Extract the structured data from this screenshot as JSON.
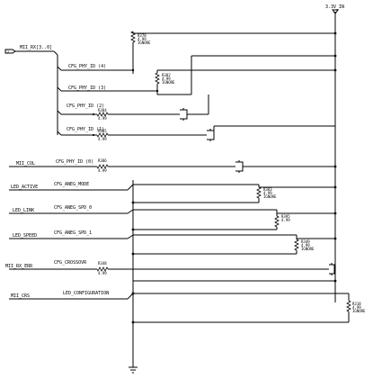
{
  "power": {
    "label": "3.3V_IN"
  },
  "bus": {
    "label": "MII_RX[3..0]"
  },
  "left_signals": [
    {
      "label": "MII_COL"
    },
    {
      "label": "LED_ACTIVE"
    },
    {
      "label": "LED_LINK"
    },
    {
      "label": "LED_SPEED"
    },
    {
      "label": "MII_RX_ERR"
    },
    {
      "label": "MII_CRS"
    }
  ],
  "nets": [
    {
      "label": "CFG_PHY_ID (4)"
    },
    {
      "label": "CFG_PHY_ID (3)"
    },
    {
      "label": "CFG_PHY_ID (2)"
    },
    {
      "label": "CFG_PHY_ID (1)"
    },
    {
      "label": "CFG_PHY_ID (0)"
    },
    {
      "label": "CFG_ANEG_MODE"
    },
    {
      "label": "CFG_ANEG_SPD_0"
    },
    {
      "label": "CFG_ANEG_SPD_1"
    },
    {
      "label": "CFG_CROSSOVR"
    },
    {
      "label": "LED_CONFIGURATION"
    }
  ],
  "resistors": [
    {
      "ref": "R378",
      "value": "4.99",
      "note": "IGNORE"
    },
    {
      "ref": "R382",
      "value": "4.99",
      "note": "IGNORE"
    },
    {
      "ref": "R384",
      "value": "4.99",
      "note": ""
    },
    {
      "ref": "R385",
      "value": "4.99",
      "note": ""
    },
    {
      "ref": "R386",
      "value": "4.99",
      "note": ""
    },
    {
      "ref": "R383",
      "value": "4.99",
      "note": "IGNORE"
    },
    {
      "ref": "R395",
      "value": "4.99",
      "note": ""
    },
    {
      "ref": "R349",
      "value": "4.99",
      "note": "IGNORE"
    },
    {
      "ref": "R348",
      "value": "4.99",
      "note": ""
    },
    {
      "ref": "R318",
      "value": "4.99",
      "note": "IGNORE"
    }
  ]
}
